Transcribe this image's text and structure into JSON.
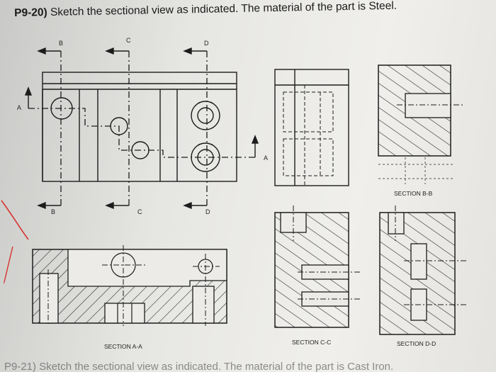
{
  "problem": {
    "number": "P9-20)",
    "text": "Sketch the sectional view as indicated. The material of the part is Steel."
  },
  "cutting_planes": {
    "a_left": "A",
    "a_right": "A",
    "b_top": "B",
    "b_bottom": "B",
    "c_top": "C",
    "c_bottom": "C",
    "d_top": "D",
    "d_bottom": "D"
  },
  "views": {
    "section_a": "SECTION A-A",
    "section_b": "SECTION B-B",
    "section_c": "SECTION C-C",
    "section_d": "SECTION D-D"
  },
  "next_problem_fragment": "P9-21)  Sketch the sectional view as indicated. The material of the part is Cast Iron.",
  "colors": {
    "ink": "#1c1c1c",
    "margin_mark": "#d6332e",
    "paper": "#ecebe7"
  }
}
